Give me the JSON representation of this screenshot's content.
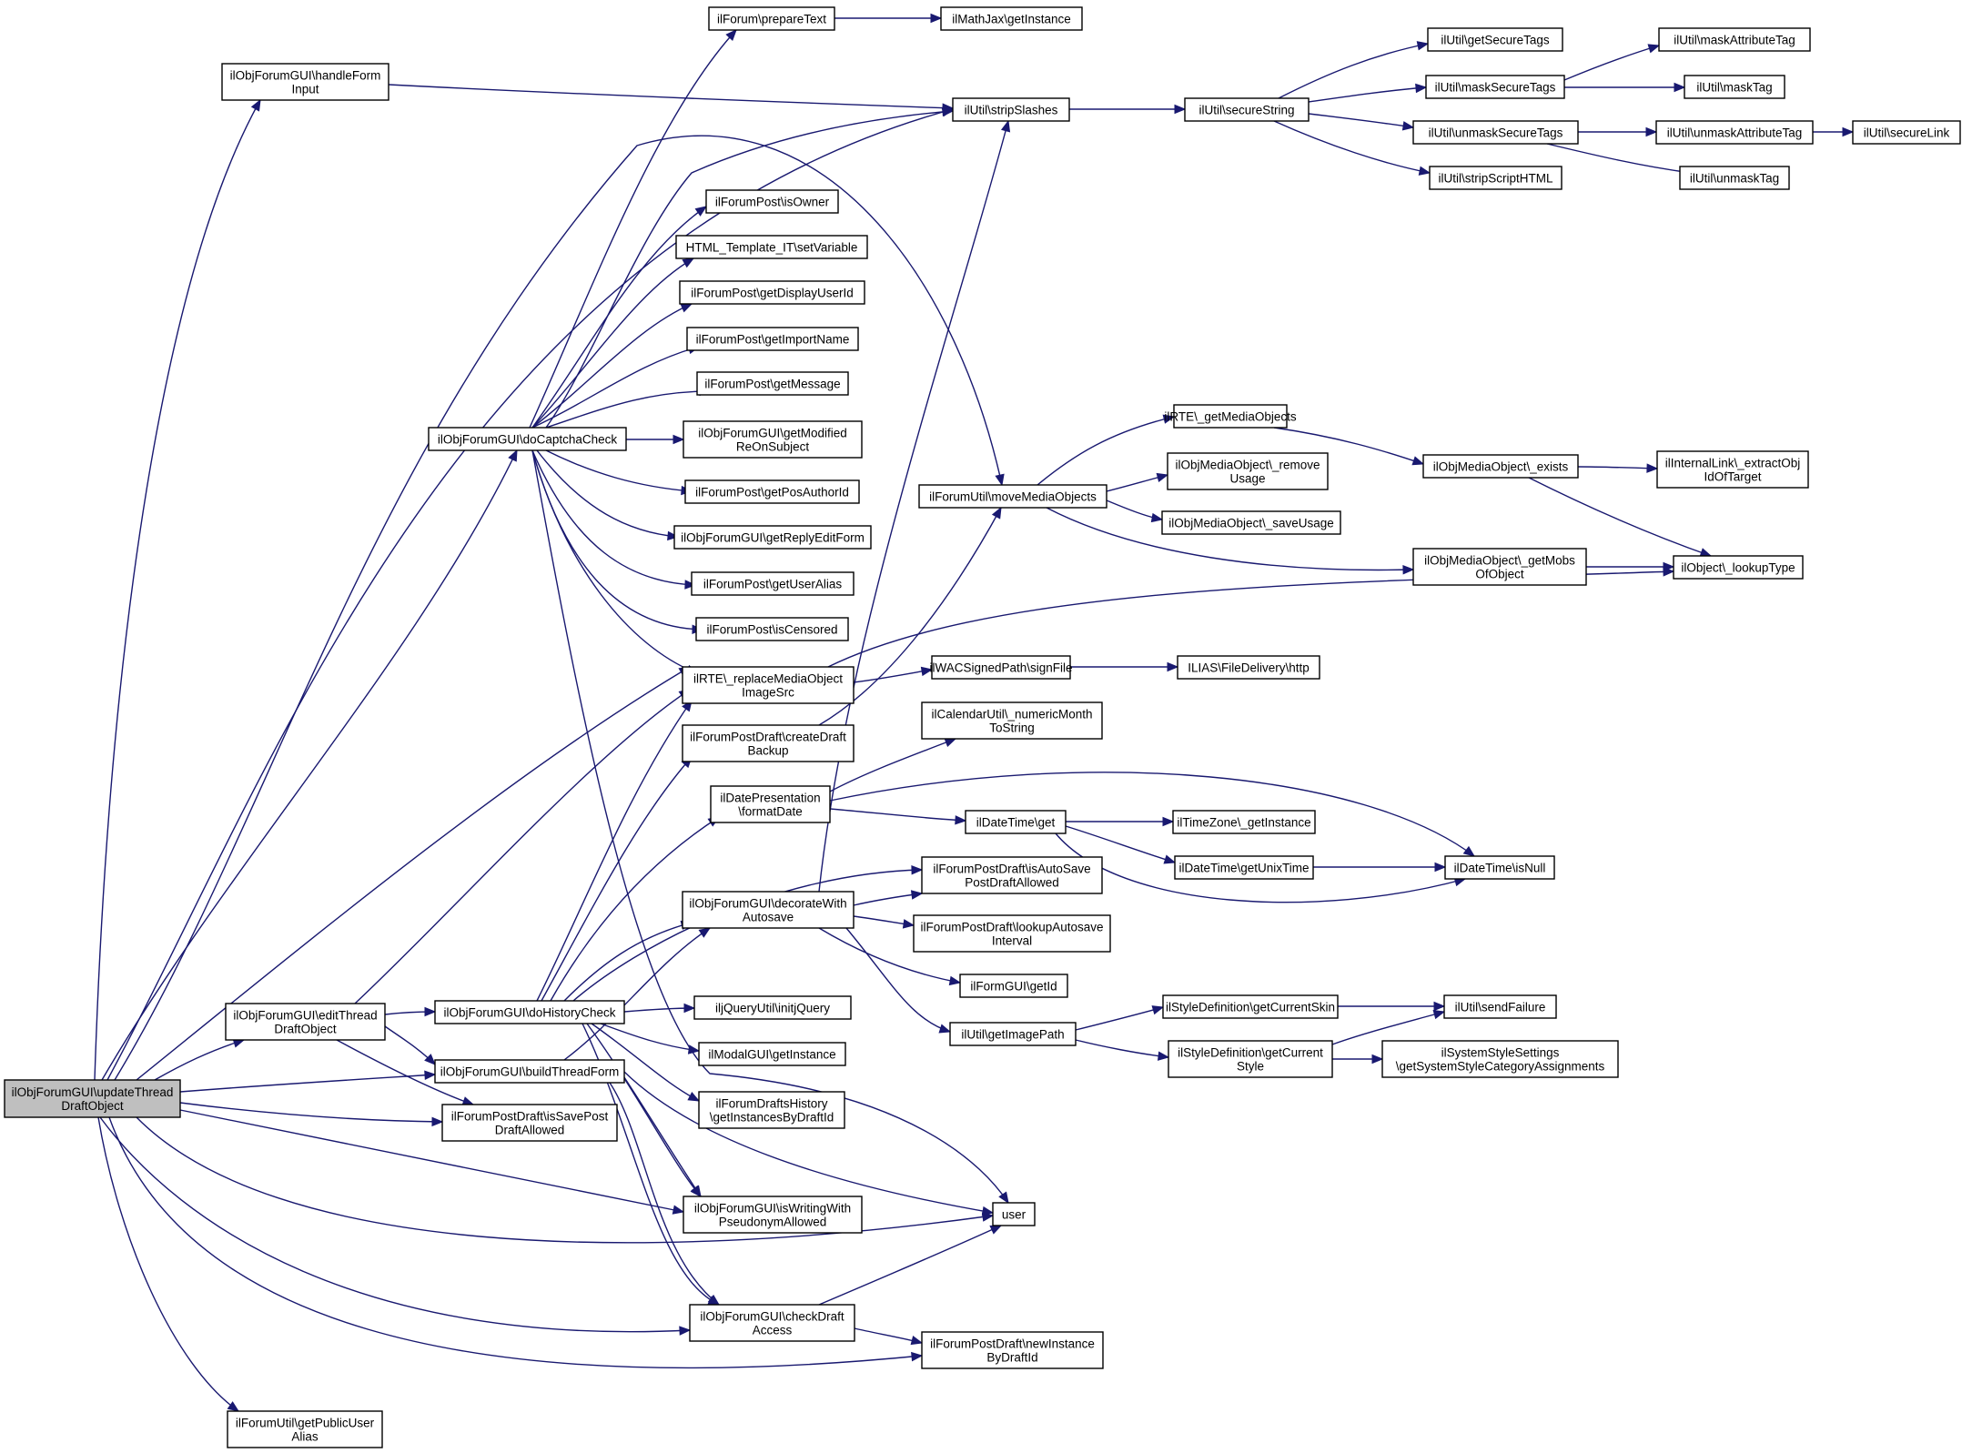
{
  "diagram": {
    "type": "call-graph",
    "root": "n0",
    "nodes": [
      {
        "id": "n0",
        "lines": [
          "ilObjForumGUI\\updateThread",
          "DraftObject"
        ],
        "root": true
      },
      {
        "id": "n1",
        "lines": [
          "ilObjForumGUI\\handleForm",
          "Input"
        ]
      },
      {
        "id": "n2",
        "lines": [
          "ilObjForumGUI\\doCaptchaCheck"
        ]
      },
      {
        "id": "n3",
        "lines": [
          "ilObjForumGUI\\editThread",
          "DraftObject"
        ]
      },
      {
        "id": "n4",
        "lines": [
          "ilObjForumGUI\\doHistoryCheck"
        ]
      },
      {
        "id": "n5",
        "lines": [
          "ilObjForumGUI\\buildThreadForm"
        ]
      },
      {
        "id": "n6",
        "lines": [
          "ilForumPostDraft\\isSavePost",
          "DraftAllowed"
        ]
      },
      {
        "id": "n7",
        "lines": [
          "ilForumUtil\\getPublicUser",
          "Alias"
        ]
      },
      {
        "id": "n8",
        "lines": [
          "ilForum\\prepareText"
        ]
      },
      {
        "id": "n9",
        "lines": [
          "ilMathJax\\getInstance"
        ]
      },
      {
        "id": "n10",
        "lines": [
          "ilUtil\\stripSlashes"
        ]
      },
      {
        "id": "n11",
        "lines": [
          "ilUtil\\secureString"
        ]
      },
      {
        "id": "n12",
        "lines": [
          "ilUtil\\getSecureTags"
        ]
      },
      {
        "id": "n13",
        "lines": [
          "ilUtil\\maskSecureTags"
        ]
      },
      {
        "id": "n14",
        "lines": [
          "ilUtil\\unmaskSecureTags"
        ]
      },
      {
        "id": "n15",
        "lines": [
          "ilUtil\\stripScriptHTML"
        ]
      },
      {
        "id": "n16",
        "lines": [
          "ilUtil\\maskAttributeTag"
        ]
      },
      {
        "id": "n17",
        "lines": [
          "ilUtil\\maskTag"
        ]
      },
      {
        "id": "n18",
        "lines": [
          "ilUtil\\unmaskAttributeTag"
        ]
      },
      {
        "id": "n19",
        "lines": [
          "ilUtil\\unmaskTag"
        ]
      },
      {
        "id": "n20",
        "lines": [
          "ilUtil\\secureLink"
        ]
      },
      {
        "id": "n21",
        "lines": [
          "ilForumPost\\isOwner"
        ]
      },
      {
        "id": "n22",
        "lines": [
          "HTML_Template_IT\\setVariable"
        ]
      },
      {
        "id": "n23",
        "lines": [
          "ilForumPost\\getDisplayUserId"
        ]
      },
      {
        "id": "n24",
        "lines": [
          "ilForumPost\\getImportName"
        ]
      },
      {
        "id": "n25",
        "lines": [
          "ilForumPost\\getMessage"
        ]
      },
      {
        "id": "n26",
        "lines": [
          "ilObjForumGUI\\getModified",
          "ReOnSubject"
        ]
      },
      {
        "id": "n27",
        "lines": [
          "ilForumPost\\getPosAuthorId"
        ]
      },
      {
        "id": "n28",
        "lines": [
          "ilObjForumGUI\\getReplyEditForm"
        ]
      },
      {
        "id": "n29",
        "lines": [
          "ilForumPost\\getUserAlias"
        ]
      },
      {
        "id": "n30",
        "lines": [
          "ilForumPost\\isCensored"
        ]
      },
      {
        "id": "n31",
        "lines": [
          "ilRTE\\_replaceMediaObject",
          "ImageSrc"
        ]
      },
      {
        "id": "n32",
        "lines": [
          "ilForumPostDraft\\createDraft",
          "Backup"
        ]
      },
      {
        "id": "n33",
        "lines": [
          "ilDatePresentation",
          "\\formatDate"
        ]
      },
      {
        "id": "n34",
        "lines": [
          "ilObjForumGUI\\decorateWith",
          "Autosave"
        ]
      },
      {
        "id": "n35",
        "lines": [
          "iljQueryUtil\\initjQuery"
        ]
      },
      {
        "id": "n36",
        "lines": [
          "ilModalGUI\\getInstance"
        ]
      },
      {
        "id": "n37",
        "lines": [
          "ilForumDraftsHistory",
          "\\getInstancesByDraftId"
        ]
      },
      {
        "id": "n38",
        "lines": [
          "ilObjForumGUI\\isWritingWith",
          "PseudonymAllowed"
        ]
      },
      {
        "id": "n39",
        "lines": [
          "ilObjForumGUI\\checkDraft",
          "Access"
        ]
      },
      {
        "id": "n40",
        "lines": [
          "user"
        ]
      },
      {
        "id": "n41",
        "lines": [
          "ilForumPostDraft\\newInstance",
          "ByDraftId"
        ]
      },
      {
        "id": "n42",
        "lines": [
          "ilForumUtil\\moveMediaObjects"
        ]
      },
      {
        "id": "n43",
        "lines": [
          "ilRTE\\_getMediaObjects"
        ]
      },
      {
        "id": "n44",
        "lines": [
          "ilObjMediaObject\\_remove",
          "Usage"
        ]
      },
      {
        "id": "n45",
        "lines": [
          "ilObjMediaObject\\_saveUsage"
        ]
      },
      {
        "id": "n46",
        "lines": [
          "ilObjMediaObject\\_exists"
        ]
      },
      {
        "id": "n47",
        "lines": [
          "ilObjMediaObject\\_getMobs",
          "OfObject"
        ]
      },
      {
        "id": "n48",
        "lines": [
          "ilInternalLink\\_extractObj",
          "IdOfTarget"
        ]
      },
      {
        "id": "n49",
        "lines": [
          "ilObject\\_lookupType"
        ]
      },
      {
        "id": "n50",
        "lines": [
          "ilWACSignedPath\\signFile"
        ]
      },
      {
        "id": "n51",
        "lines": [
          "ILIAS\\FileDelivery\\http"
        ]
      },
      {
        "id": "n52",
        "lines": [
          "ilCalendarUtil\\_numericMonth",
          "ToString"
        ]
      },
      {
        "id": "n53",
        "lines": [
          "ilDateTime\\get"
        ]
      },
      {
        "id": "n54",
        "lines": [
          "ilTimeZone\\_getInstance"
        ]
      },
      {
        "id": "n55",
        "lines": [
          "ilDateTime\\getUnixTime"
        ]
      },
      {
        "id": "n56",
        "lines": [
          "ilDateTime\\isNull"
        ]
      },
      {
        "id": "n57",
        "lines": [
          "ilForumPostDraft\\isAutoSave",
          "PostDraftAllowed"
        ]
      },
      {
        "id": "n58",
        "lines": [
          "ilForumPostDraft\\lookupAutosave",
          "Interval"
        ]
      },
      {
        "id": "n59",
        "lines": [
          "ilFormGUI\\getId"
        ]
      },
      {
        "id": "n60",
        "lines": [
          "ilUtil\\getImagePath"
        ]
      },
      {
        "id": "n61",
        "lines": [
          "ilStyleDefinition\\getCurrentSkin"
        ]
      },
      {
        "id": "n62",
        "lines": [
          "ilStyleDefinition\\getCurrent",
          "Style"
        ]
      },
      {
        "id": "n63",
        "lines": [
          "ilUtil\\sendFailure"
        ]
      },
      {
        "id": "n64",
        "lines": [
          "ilSystemStyleSettings",
          "\\getSystemStyleCategoryAssignments"
        ]
      }
    ]
  }
}
